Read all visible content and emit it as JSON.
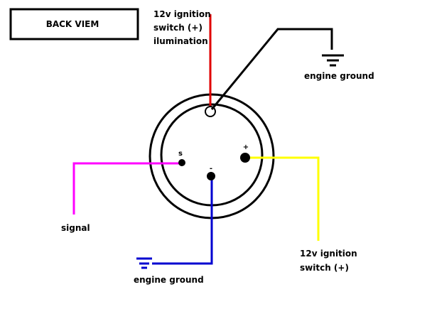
{
  "title": "BACK VIEM",
  "colors": {
    "illumination_wire": "#e00000",
    "ground_wire_top": "#000000",
    "signal_wire": "#ff00ff",
    "ground_wire_bottom": "#0000d0",
    "power_wire": "#ffff00",
    "outline": "#000000"
  },
  "labels": {
    "illumination": [
      "12v ignition",
      "switch (+)",
      "ilumination"
    ],
    "ground_top": "engine ground",
    "signal": "signal",
    "ground_bottom": "engine ground",
    "power": [
      "12v ignition",
      "switch (+)"
    ]
  },
  "pins": {
    "signal": "s",
    "ground": "-",
    "power": "+"
  },
  "icons": {
    "ground_symbol": "ground-icon"
  }
}
